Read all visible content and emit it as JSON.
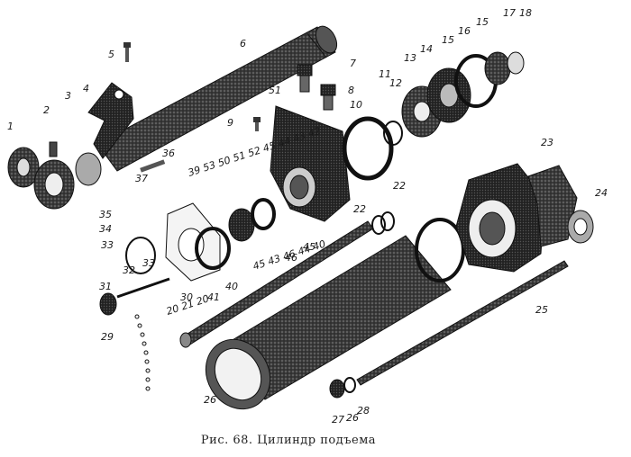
{
  "caption": "Рис. 68. Цилиндр подъема",
  "callouts": {
    "c1": "1",
    "c2": "2",
    "c3": "3",
    "c4": "4",
    "c5": "5",
    "c6": "6",
    "c7": "7",
    "c8": "8",
    "c9": "9",
    "c10": "10",
    "c11": "11",
    "c12": "12",
    "c13": "13",
    "c14": "14",
    "c15a": "15",
    "c15b": "15",
    "c16": "16",
    "c17": "17",
    "c18": "18",
    "c22a": "22",
    "c22b": "22",
    "c23": "23",
    "c24": "24",
    "c25": "25",
    "c26a": "26",
    "c26b": "26",
    "c27": "27",
    "c28": "28",
    "c29": "29",
    "c30": "30",
    "c31": "31",
    "c32": "32",
    "c33a": "33",
    "c33b": "33",
    "c34": "34",
    "c35": "35",
    "c36": "36",
    "c37": "37",
    "c40": "40",
    "c41": "41",
    "c45": "45",
    "c46": "46",
    "c51": "51",
    "seq1": "39 53 50 51 52 45 44 43 42",
    "seq2": "45 43 46 44 40",
    "seq3": "20 21 20"
  }
}
